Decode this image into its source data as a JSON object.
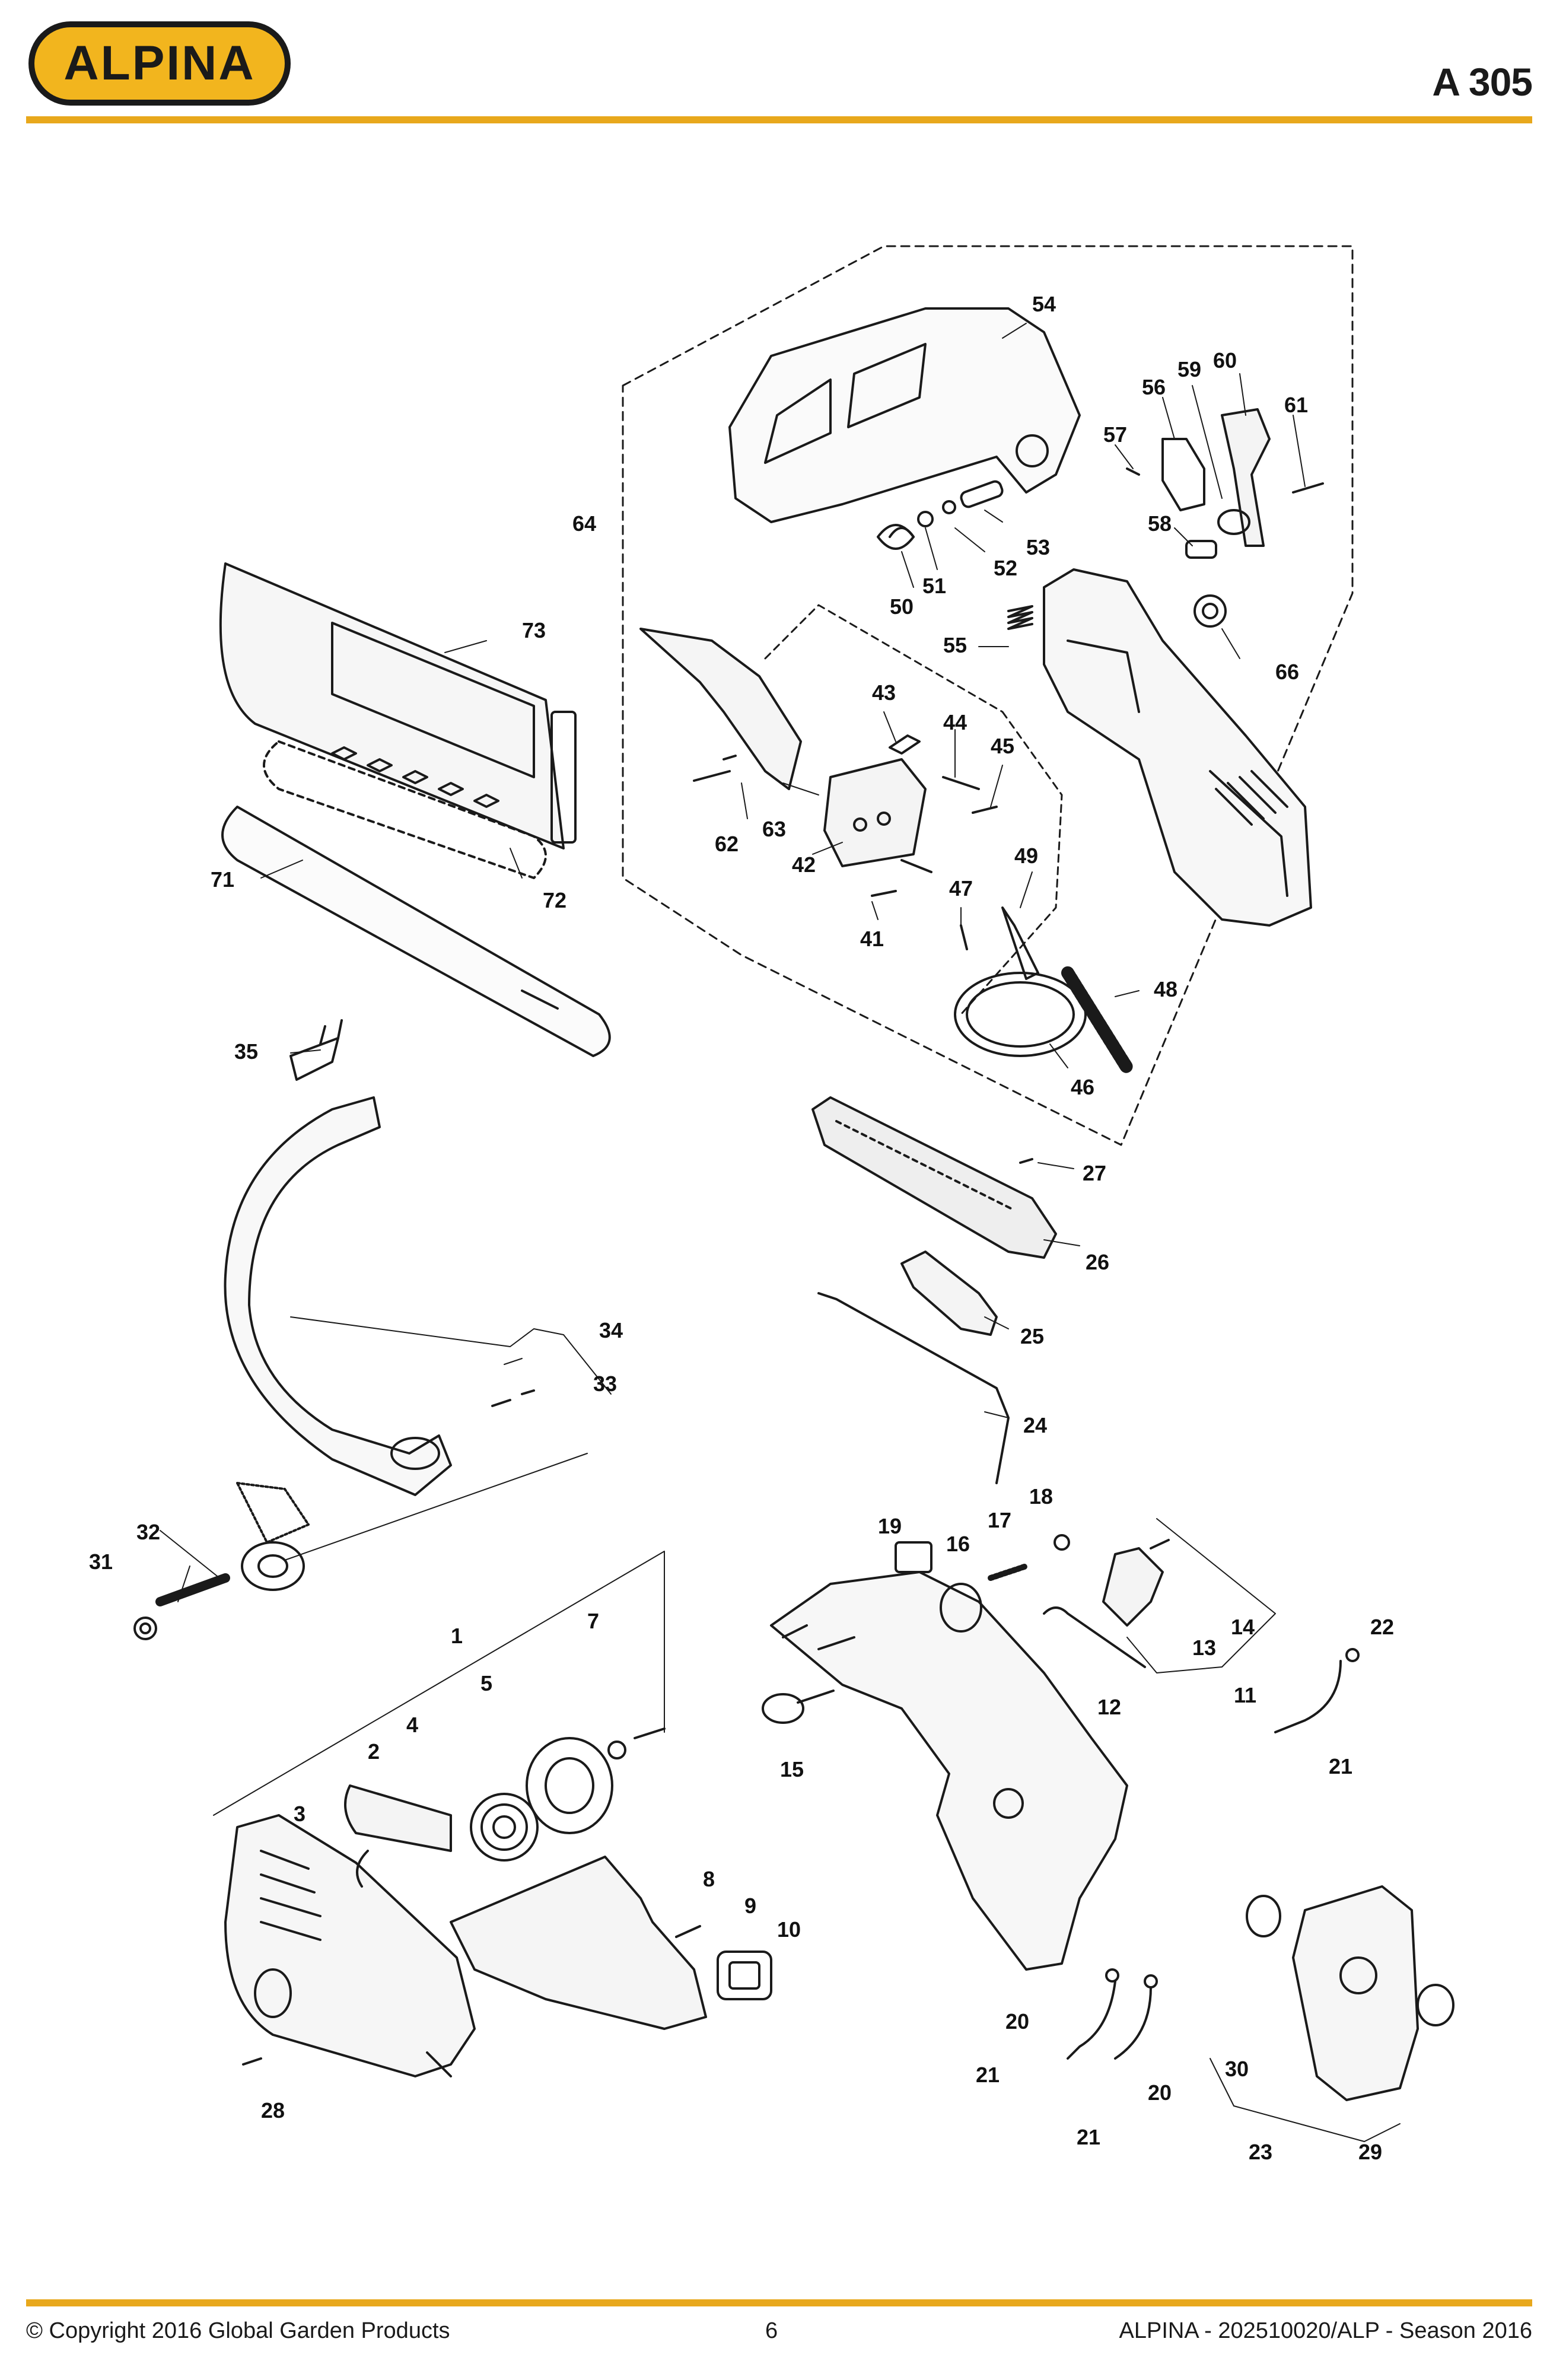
{
  "brand": {
    "logo_text": "ALPINA",
    "accent": "#e8a81c"
  },
  "header": {
    "model": "A 305"
  },
  "footer": {
    "copyright": "© Copyright 2016 Global Garden Products",
    "page": "6",
    "doc_ref": "ALPINA - 202510020/ALP - Season 2016"
  },
  "callouts": {
    "n1": "1",
    "n2": "2",
    "n3": "3",
    "n4": "4",
    "n5": "5",
    "n7": "7",
    "n8": "8",
    "n9": "9",
    "n10": "10",
    "n11": "11",
    "n12": "12",
    "n13": "13",
    "n14": "14",
    "n15": "15",
    "n16": "16",
    "n17": "17",
    "n18": "18",
    "n19": "19",
    "n20a": "20",
    "n20b": "20",
    "n21a": "21",
    "n21b": "21",
    "n21c": "21",
    "n22": "22",
    "n23": "23",
    "n24": "24",
    "n25": "25",
    "n26": "26",
    "n27": "27",
    "n28": "28",
    "n29": "29",
    "n30": "30",
    "n31": "31",
    "n32": "32",
    "n33": "33",
    "n34": "34",
    "n35": "35",
    "n41": "41",
    "n42": "42",
    "n43": "43",
    "n44": "44",
    "n45": "45",
    "n46": "46",
    "n47": "47",
    "n48": "48",
    "n49": "49",
    "n50": "50",
    "n51": "51",
    "n52": "52",
    "n53": "53",
    "n54": "54",
    "n55": "55",
    "n56": "56",
    "n57": "57",
    "n58": "58",
    "n59": "59",
    "n60": "60",
    "n61": "61",
    "n62": "62",
    "n63": "63",
    "n64": "64",
    "n66": "66",
    "n71": "71",
    "n72": "72",
    "n73": "73"
  }
}
